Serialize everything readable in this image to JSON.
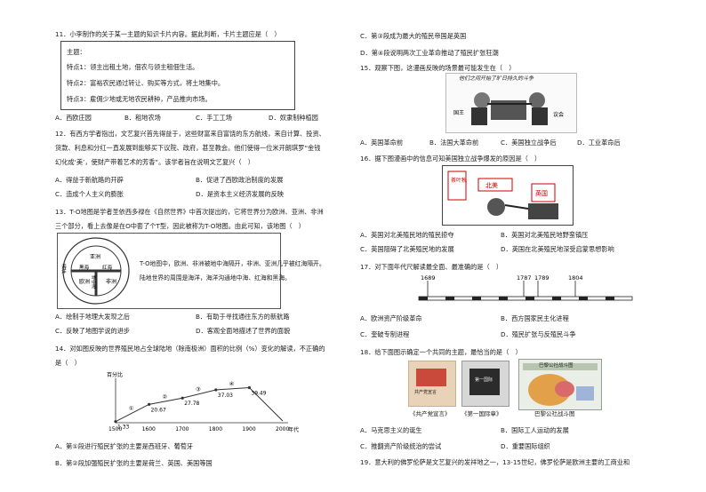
{
  "q11": {
    "stem": "11．小李制作的关于某一主题的知识卡片内容。据此判断，卡片主题应是（　）",
    "card": [
      "主题：",
      "特点1：领主出租土地，佃农与领主租佃生活。",
      "特点2：富裕农民通过转让、购买等方式，将土地集中。",
      "特点3：雇佣少地或无地农民耕种，产品推向市场。"
    ],
    "options": [
      "A．西欧庄园",
      "B．租地农场",
      "C．手工工场",
      "D．奴隶制种植园"
    ]
  },
  "q12": {
    "lines": [
      "12．有西方学者指出，文艺复兴首先得益于，这些财富来自富饶的东方航线，来自计算、投资、",
      "货款、利息和分红一直发展到能够买下议院、政府，甚至教会。他们使得一位米开朗琪罗“金钱",
      "幻化成‘美’，使财产带着艺术的芳香”。该学者旨在说明文艺复兴（　）"
    ],
    "options": [
      "A．得益于新航路的开辟",
      "B．促进了西欧政治制度的发展",
      "C．造成个人主义的膨胀",
      "D．是资本主义经济发展的反映"
    ]
  },
  "q13": {
    "lines": [
      "13．T-O地图是学者圣依西多禄在《自然世界》中首次提出的，它将世界分为欧洲、亚洲、非洲",
      "三个部分，看上去像是在O中套了个T型，因此被称为T-O地图。由此可知，该地图（　）"
    ],
    "map_labels": {
      "asia": "亚洲",
      "europe": "欧洲",
      "africa": "非洲",
      "black_sea": "黑海",
      "red_sea": "红海",
      "med": "地中海",
      "ocean": "海洋"
    },
    "desc": [
      "T-O地图中，欧洲、非洲被地中海隔开，非洲、亚洲几乎被红海隔开。",
      "陆地世界的周围是海洋，海洋沟通地中海、红海和黑海。"
    ],
    "options": [
      "A．绘制于地理大发现之后",
      "B．有助于寻找通往东方的新航路",
      "C．反映了地图学说的进步",
      "D．客观全面地描述了世界的面貌"
    ]
  },
  "q14": {
    "lines": [
      "14．对如图反映的世界殖民地占全球陆地（除南极洲）面积的比例（%）变化的解读，不正确的",
      "是（　）"
    ],
    "chart_data": {
      "type": "line",
      "ylabel": "百分比",
      "xlabel": "年代",
      "x": [
        1500,
        1600,
        1700,
        1800,
        1900,
        2000
      ],
      "points": [
        {
          "x": 1500,
          "y": 1.33,
          "label": "1.33"
        },
        {
          "x": 1600,
          "y": 20.67,
          "label": "20.67"
        },
        {
          "x": 1700,
          "y": 27.78,
          "label": "27.78"
        },
        {
          "x": 1800,
          "y": 37.03,
          "label": "37.03"
        },
        {
          "x": 1900,
          "y": 39.49,
          "label": "39.49"
        },
        {
          "x": 2000,
          "y": 2,
          "label": ""
        }
      ],
      "markers": [
        "①",
        "②",
        "③",
        "④"
      ],
      "ylim": [
        0,
        50
      ]
    },
    "options": [
      "A．第①段进行殖民扩张的主要是西班牙、葡萄牙",
      "B．第②段加强殖民扩张的主要是荷兰、英国、美国等国"
    ]
  },
  "q14b": {
    "options": [
      "C．第③段成为最大的殖民帝国是英国",
      "D．第④段说明两次工业革命推动了殖民扩张狂潮"
    ]
  },
  "q15": {
    "stem": "15．观察下图，这漫画反映的场景最可能发生在（　）",
    "caption": "他们之间开始了旷日持久的斗争",
    "label_king": "国王",
    "label_parl": "议会",
    "options": [
      "A．英国革命前",
      "B．法国大革命前",
      "C．美国独立战争后",
      "D．工业革命后"
    ]
  },
  "q16": {
    "stem": "16．据下图漫画中的信息可知美国独立战争爆发的原因是（　）",
    "labels": {
      "a": "北美",
      "b": "英国",
      "c": "茶叶税"
    },
    "options": [
      "A．英国对北美殖民地的殖民掠夺",
      "B．英国对北美殖民地野蛮镇压",
      "C．英国阻碍了北美殖民地的发展",
      "D．英国在北美殖民地深受启蒙思想影响"
    ]
  },
  "q17": {
    "stem": "17．对下面年代尺解读最全面、最准确的是（　）",
    "years": [
      "1689",
      "1787",
      "1789",
      "1804"
    ],
    "options": [
      "A．欧洲资产阶级革命",
      "B．西方国家民主化进程",
      "C．奎破专制进程",
      "D．殖民扩张与反殖民斗争"
    ]
  },
  "q18": {
    "stem": "18．给下面图示确定一个共同的主题，最恰当的是（　）",
    "captions": [
      "《共产党宣言》",
      "《第一国际章》",
      "巴黎公社战斗图"
    ],
    "inner": [
      "共产党宣言",
      "第一国际",
      "巴黎公社战斗图"
    ],
    "options": [
      "A．马克思主义的诞生",
      "B．国际工人运动的发展",
      "C．推翻资产阶级统治的尝试",
      "D．重要国际组织"
    ]
  },
  "q19": {
    "stem": "19．意大利的佛罗伦萨是文艺复兴的发祥地之一，13-15世纪，佛罗伦萨是欧洲主要的工商业和"
  }
}
